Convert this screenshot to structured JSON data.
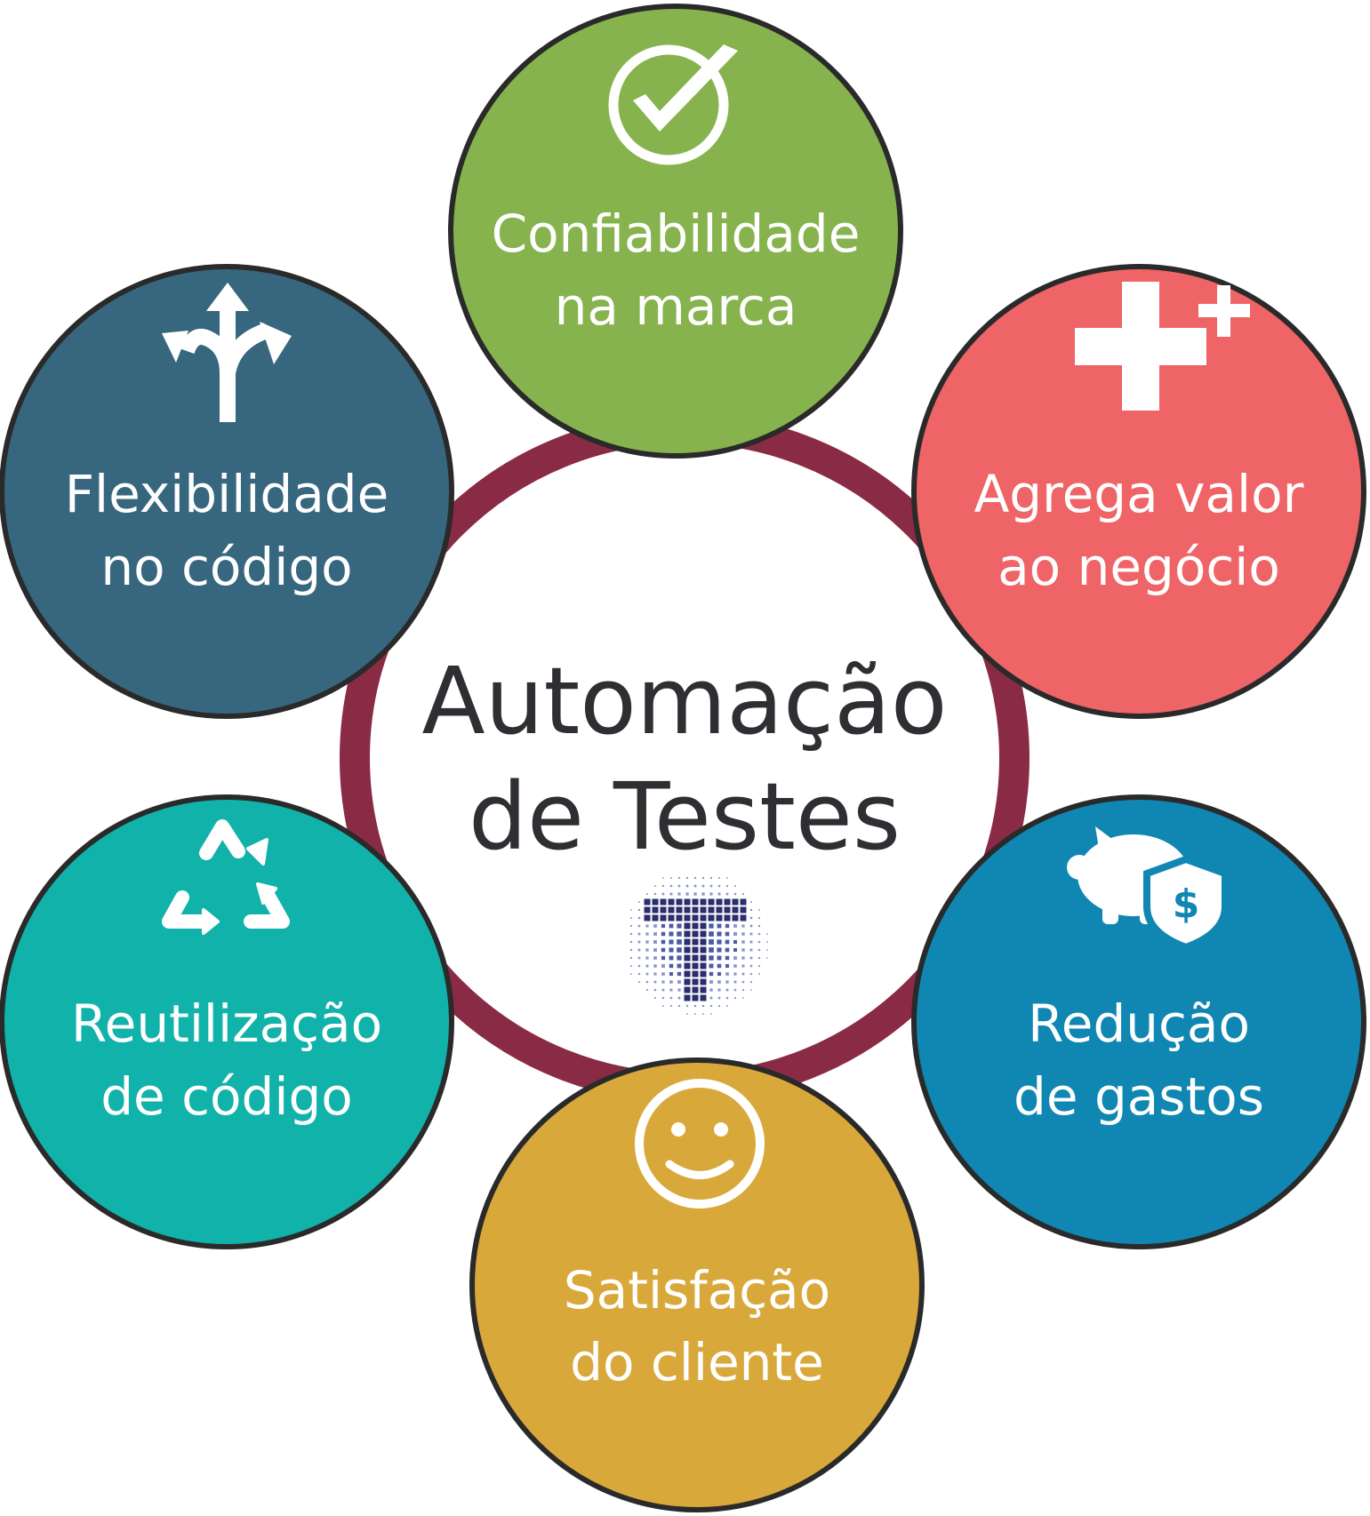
{
  "center": {
    "line1": "Automação",
    "line2": "de Testes",
    "logo": "dotted-t-logo",
    "ring_color": "#8a2b45",
    "text_color": "#2f2f33"
  },
  "nodes": [
    {
      "id": "confiabilidade",
      "line1": "Confiabilidade",
      "line2": "na marca",
      "icon": "check-circle-icon",
      "color": "#86b34d"
    },
    {
      "id": "agrega-valor",
      "line1": "Agrega valor",
      "line2": "ao negócio",
      "icon": "plus-icon",
      "color": "#ef6466"
    },
    {
      "id": "reducao",
      "line1": "Redução",
      "line2": "de gastos",
      "icon": "piggy-bank-shield-icon",
      "color": "#0f87b2"
    },
    {
      "id": "satisfacao",
      "line1": "Satisfação",
      "line2": "do cliente",
      "icon": "smiley-icon",
      "color": "#d9a83b"
    },
    {
      "id": "reutilizacao",
      "line1": "Reutilização",
      "line2": "de código",
      "icon": "recycle-icon",
      "color": "#11b2aa"
    },
    {
      "id": "flexibilidade",
      "line1": "Flexibilidade",
      "line2": "no código",
      "icon": "split-arrows-icon",
      "color": "#37677e"
    }
  ],
  "outline_color": "#2a2a2a"
}
